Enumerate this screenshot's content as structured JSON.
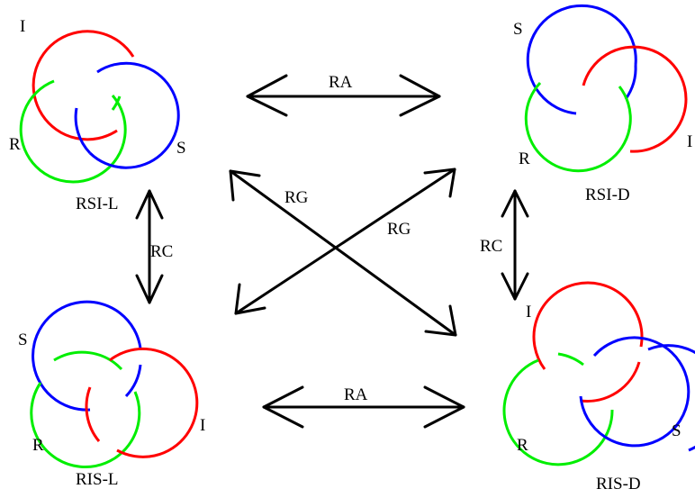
{
  "colors": {
    "red": "#ff0000",
    "green": "#00ee00",
    "blue": "#0000ff",
    "arrow": "#000000"
  },
  "diagrams": {
    "rsi_l": {
      "caption": "RSI-L",
      "label_r": "R",
      "label_s": "S",
      "label_i": "I"
    },
    "rsi_d": {
      "caption": "RSI-D",
      "label_r": "R",
      "label_s": "S",
      "label_i": "I"
    },
    "ris_l": {
      "caption": "RIS-L",
      "label_r": "R",
      "label_s": "S",
      "label_i": "I"
    },
    "ris_d": {
      "caption": "RIS-D",
      "label_r": "R",
      "label_s": "S",
      "label_i": "I"
    }
  },
  "arrows": {
    "top": "RA",
    "bottom": "RA",
    "left": "RC",
    "right": "RC",
    "diag_main": "RG",
    "diag_anti": "RG"
  }
}
